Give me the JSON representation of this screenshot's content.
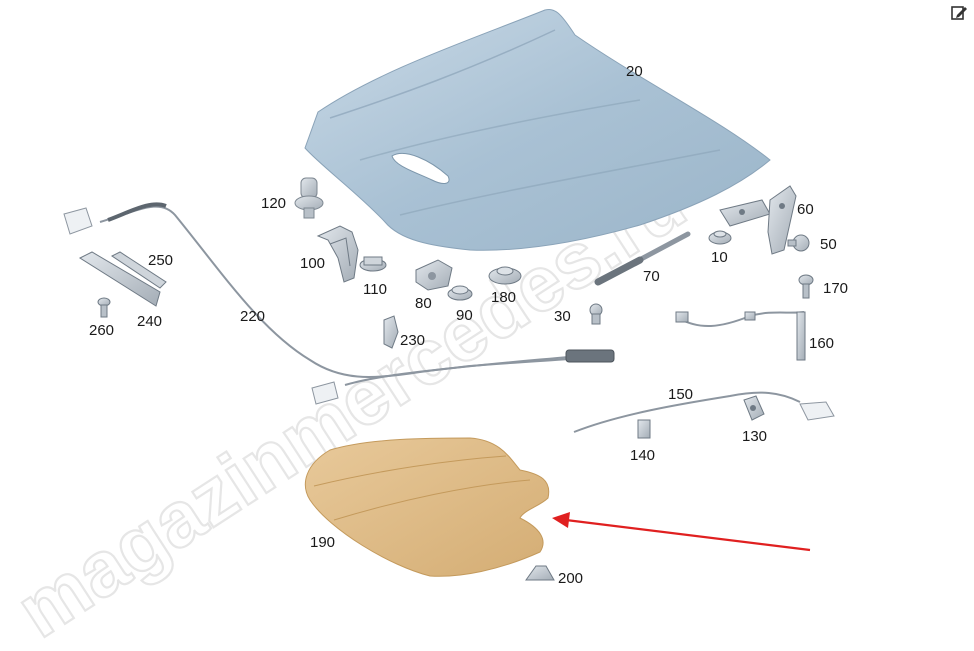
{
  "toolbar": {
    "edit_icon": "edit-icon"
  },
  "watermark": {
    "text": "magazinmercedes.ru"
  },
  "accent_color": "#e02020",
  "parts": {
    "p10": "10",
    "p20": "20",
    "p30": "30",
    "p50": "50",
    "p60": "60",
    "p70": "70",
    "p80": "80",
    "p90": "90",
    "p100": "100",
    "p110": "110",
    "p120": "120",
    "p130": "130",
    "p140": "140",
    "p150": "150",
    "p160": "160",
    "p170": "170",
    "p180": "180",
    "p190": "190",
    "p200": "200",
    "p220": "220",
    "p230": "230",
    "p240": "240",
    "p250": "250",
    "p260": "260"
  }
}
